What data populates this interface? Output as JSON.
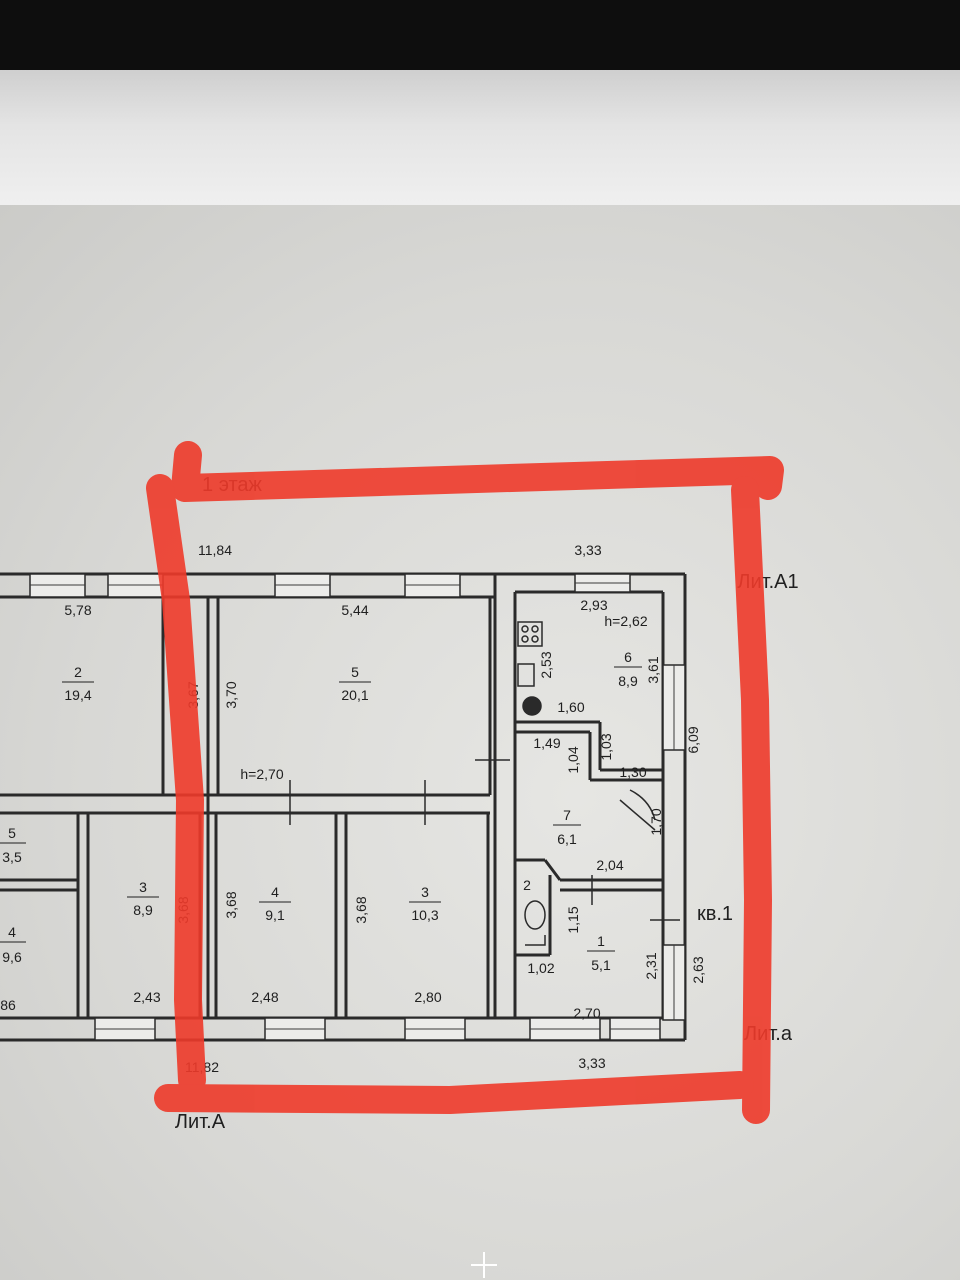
{
  "plan": {
    "floor_label": "1 этаж",
    "overall_dims": {
      "top_main": "11,84",
      "top_annex": "3,33",
      "bottom_main": "11,82",
      "bottom_annex": "3,33"
    },
    "letters": {
      "lit_a1": "Лит.А1",
      "lit_a_main": "Лит.А",
      "lit_a_small": "Лит.а",
      "apartment": "кв.1"
    },
    "heights": {
      "main": "h=2,70",
      "annex": "h=2,62"
    },
    "rooms": [
      {
        "number": "2",
        "area": "19,4"
      },
      {
        "number": "5",
        "area": "20,1"
      },
      {
        "number": "5",
        "area": "3,5"
      },
      {
        "number": "4",
        "area": "9,6"
      },
      {
        "number": "3",
        "area": "8,9"
      },
      {
        "number": "4",
        "area": "9,1"
      },
      {
        "number": "3",
        "area": "10,3"
      },
      {
        "number": "6",
        "area": "8,9"
      },
      {
        "number": "7",
        "area": "6,1"
      },
      {
        "number": "1",
        "area": "5,1"
      },
      {
        "number": "2",
        "area": ""
      }
    ],
    "dims": {
      "d578": "5,78",
      "d544": "5,44",
      "d293": "2,93",
      "d367": "3,67",
      "d370": "3,70",
      "d253": "2,53",
      "d361": "3,61",
      "d160": "1,60",
      "d609": "6,09",
      "d149": "1,49",
      "d103": "1,03",
      "d104": "1,04",
      "d130": "1,30",
      "d170": "1,70",
      "d204": "2,04",
      "d368a": "3,68",
      "d368b": "3,68",
      "d368c": "3,68",
      "d115": "1,15",
      "d102": "1,02",
      "d231": "2,31",
      "d263": "2,63",
      "d86": "86",
      "d243": "2,43",
      "d248": "2,48",
      "d280": "2,80",
      "d270": "2,70"
    },
    "annotation_color": "#ee3a2a"
  }
}
